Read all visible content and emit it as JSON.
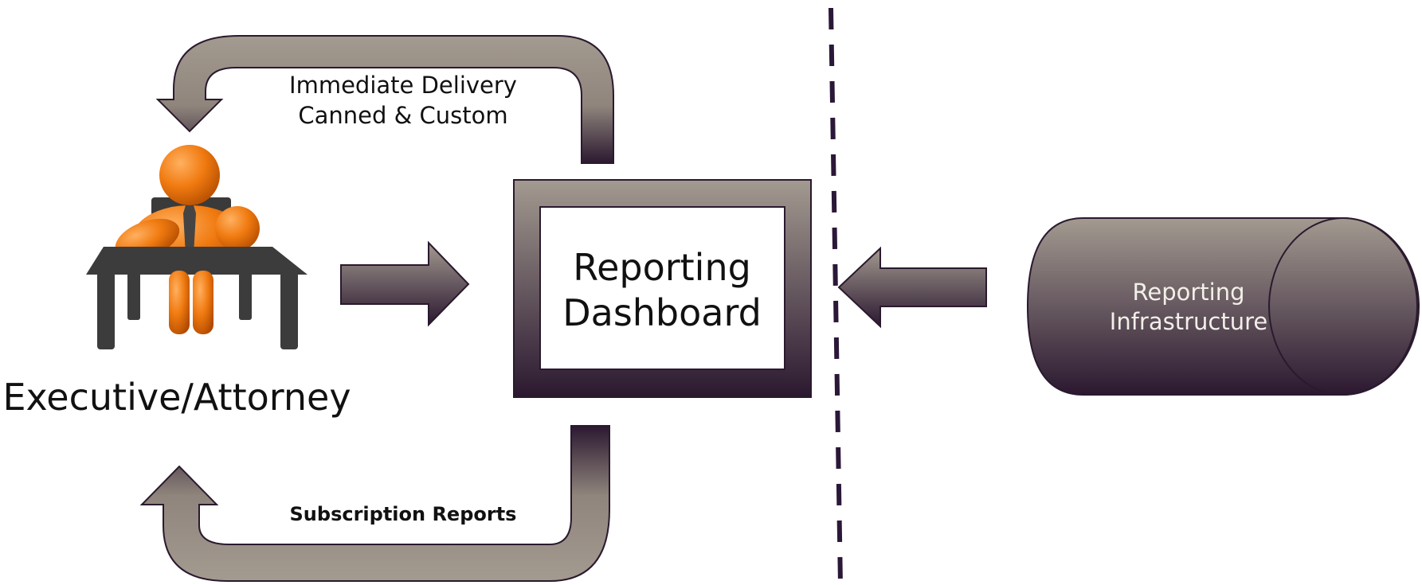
{
  "diagram": {
    "top_arrow_label_line1": "Immediate Delivery",
    "top_arrow_label_line2": "Canned & Custom",
    "bottom_arrow_label": "Subscription Reports",
    "person_label": "Executive/Attorney",
    "dashboard_label_line1": "Reporting",
    "dashboard_label_line2": "Dashboard",
    "infra_label_line1": "Reporting",
    "infra_label_line2": "Infrastructure"
  },
  "colors": {
    "gradient_top": "#a39a90",
    "gradient_bottom": "#2b1830",
    "outline": "#2a1a2e",
    "divider": "#2b1838",
    "person_orange": "#f07a10",
    "desk": "#3c3c3c"
  }
}
